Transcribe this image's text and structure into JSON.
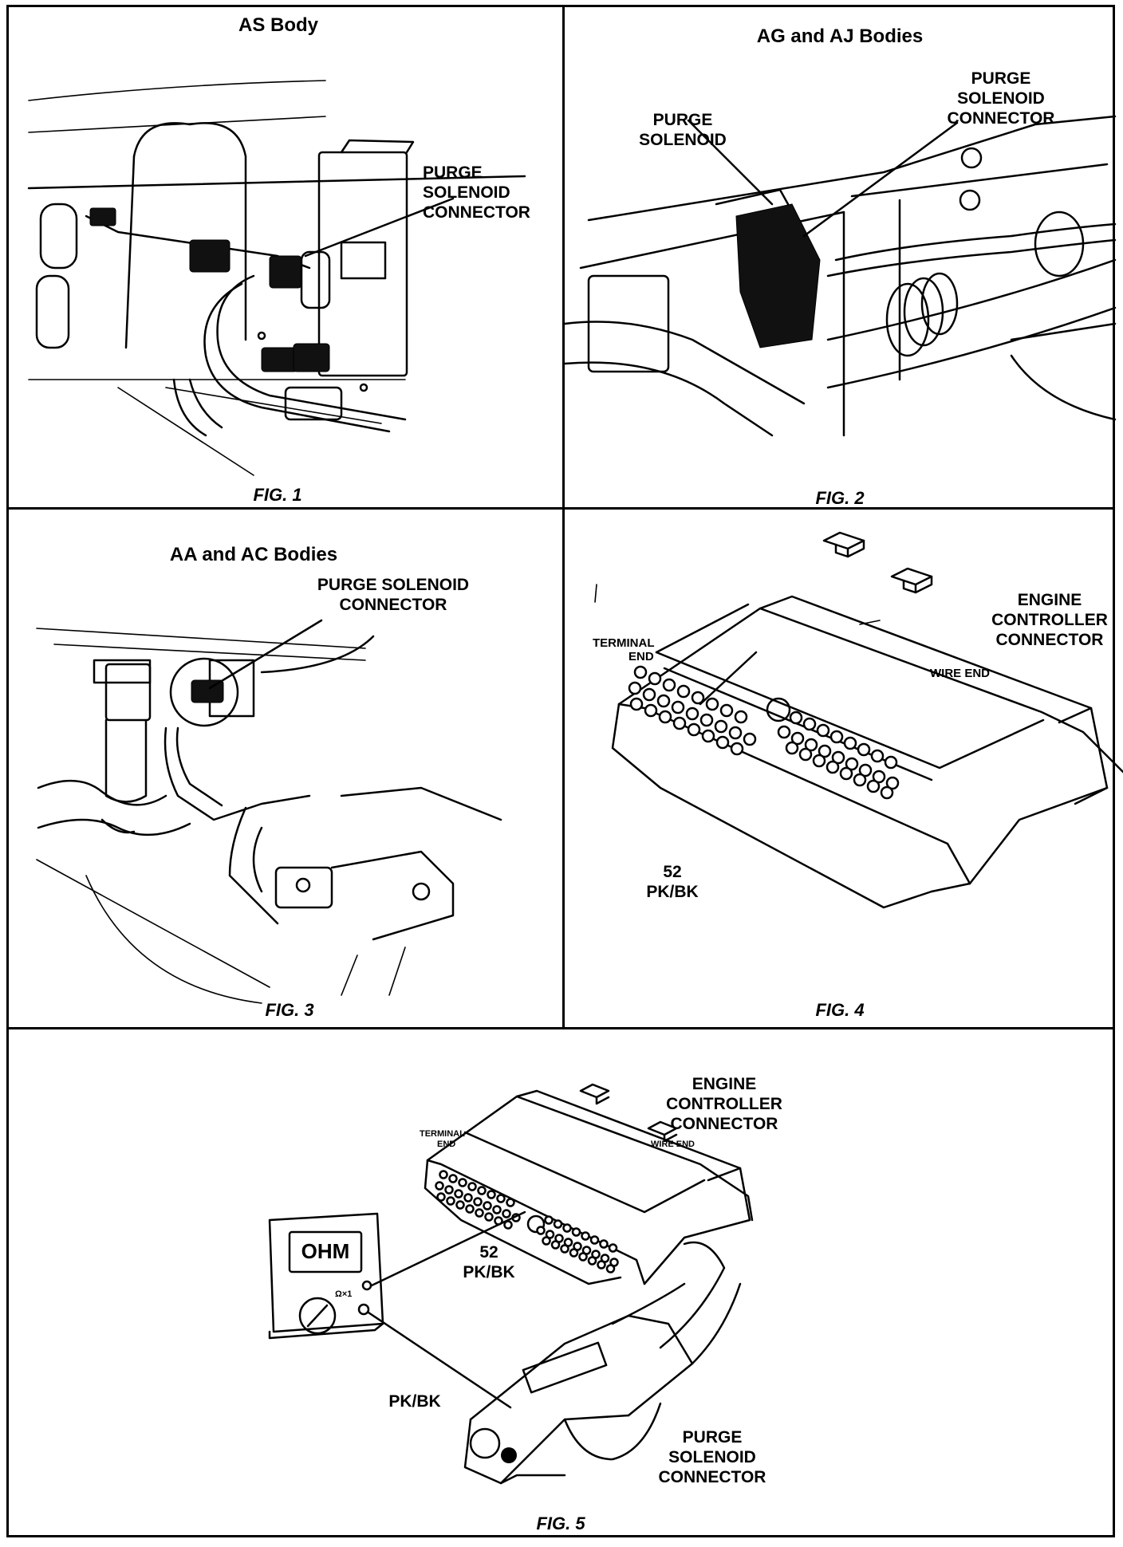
{
  "panels": {
    "fig1": {
      "title": "AS Body",
      "callout": [
        "PURGE",
        "SOLENOID",
        "CONNECTOR"
      ],
      "caption": "FIG. 1"
    },
    "fig2": {
      "title": "AG and AJ Bodies",
      "callout_solenoid": [
        "PURGE",
        "SOLENOID"
      ],
      "callout_connector": [
        "PURGE",
        "SOLENOID",
        "CONNECTOR"
      ],
      "caption": "FIG. 2"
    },
    "fig3": {
      "title": "AA and AC Bodies",
      "callout": [
        "PURGE SOLENOID",
        "CONNECTOR"
      ],
      "caption": "FIG. 3"
    },
    "fig4": {
      "callout": [
        "ENGINE",
        "CONTROLLER",
        "CONNECTOR"
      ],
      "terminal_end": [
        "TERMINAL",
        "END"
      ],
      "wire_end": "WIRE END",
      "pin_number": "52",
      "pin_color": "PK/BK",
      "caption": "FIG. 4"
    },
    "fig5": {
      "callout_ecm": [
        "ENGINE",
        "CONTROLLER",
        "CONNECTOR"
      ],
      "terminal_end": [
        "TERMINAL",
        "END"
      ],
      "wire_end": "WIRE END",
      "pin_number": "52",
      "pin_color": "PK/BK",
      "meter_display": "OHM",
      "meter_range": "Ω×1",
      "probe_wire": "PK/BK",
      "callout_purge": [
        "PURGE",
        "SOLENOID",
        "CONNECTOR"
      ],
      "caption": "FIG. 5"
    }
  }
}
